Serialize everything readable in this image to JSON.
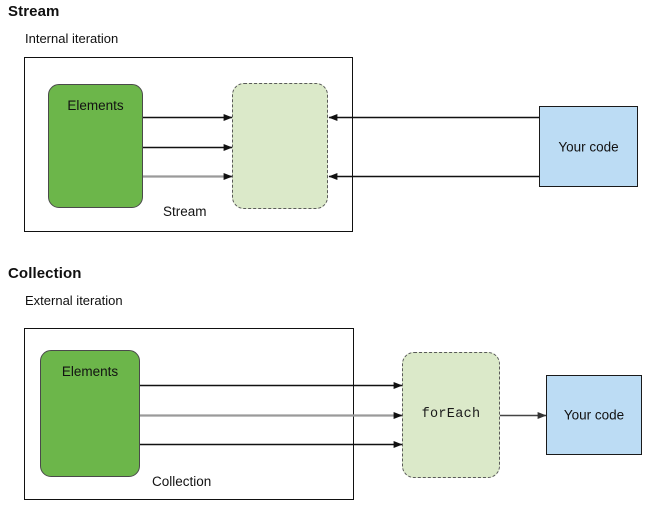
{
  "figure": {
    "kind": "concept-diagram",
    "background": "#ffffff"
  },
  "colors": {
    "elements_green": "#6cb64a",
    "pipeline_light_green": "#dbe9c9",
    "code_blue": "#bcdcf4",
    "panel_border": "#111111",
    "dashed_border": "#5a5a5a",
    "arrow_dark": "#111111",
    "arrow_gray": "#8f8f8f",
    "text": "#121212"
  },
  "sections": [
    {
      "id": "stream",
      "title": "Stream",
      "subtitle": "Internal iteration",
      "panel": {
        "inner_label": "Stream",
        "elements_box": {
          "label": "Elements"
        },
        "pipeline_box": {
          "label": ""
        }
      },
      "external_box": {
        "label": "Your code"
      },
      "arrows": [
        {
          "name": "elements-to-pipeline-1",
          "direction": "right",
          "color": "#111111"
        },
        {
          "name": "elements-to-pipeline-2",
          "direction": "right",
          "color": "#111111"
        },
        {
          "name": "elements-to-pipeline-3",
          "direction": "right",
          "color": "#8f8f8f"
        },
        {
          "name": "your-code-to-pipeline-1",
          "direction": "left",
          "color": "#111111"
        },
        {
          "name": "your-code-to-pipeline-2",
          "direction": "left",
          "color": "#111111"
        }
      ]
    },
    {
      "id": "collection",
      "title": "Collection",
      "subtitle": "External iteration",
      "panel": {
        "inner_label": "Collection",
        "elements_box": {
          "label": "Elements"
        }
      },
      "foreach_box": {
        "label": "forEach"
      },
      "external_box": {
        "label": "Your code"
      },
      "arrows": [
        {
          "name": "elements-to-foreach-1",
          "direction": "right",
          "color": "#111111"
        },
        {
          "name": "elements-to-foreach-2",
          "direction": "right",
          "color": "#8f8f8f"
        },
        {
          "name": "elements-to-foreach-3",
          "direction": "right",
          "color": "#111111"
        },
        {
          "name": "foreach-to-your-code",
          "direction": "right",
          "color": "#555555"
        }
      ]
    }
  ]
}
